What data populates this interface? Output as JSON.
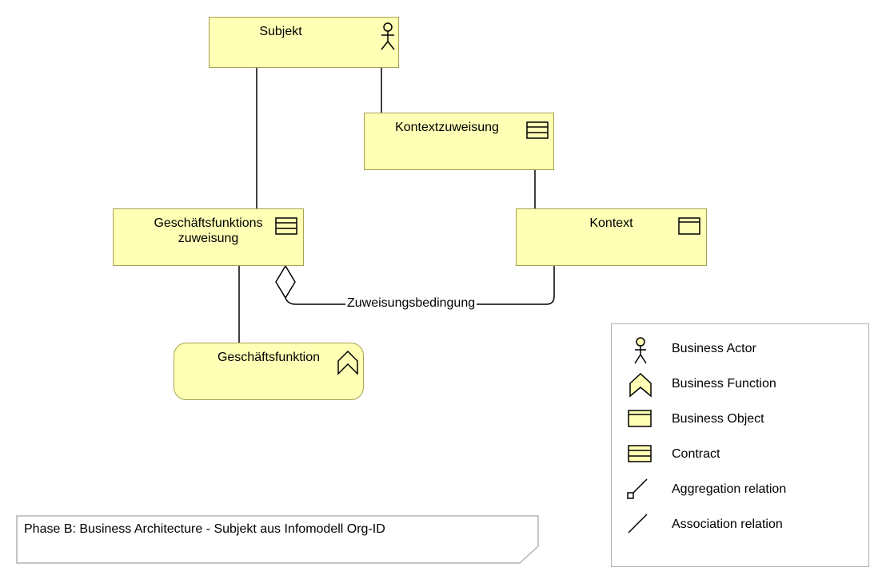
{
  "diagram": {
    "elements": {
      "subjekt": {
        "label": "Subjekt",
        "type": "Business Actor"
      },
      "kontextzuweisung": {
        "label": "Kontextzuweisung",
        "type": "Contract"
      },
      "geschaeftsfunktionszuweisung": {
        "label": "Geschäftsfunktions\nzuweisung",
        "type": "Contract"
      },
      "kontext": {
        "label": "Kontext",
        "type": "Business Object"
      },
      "geschaeftsfunktion": {
        "label": "Geschäftsfunktion",
        "type": "Business Function"
      }
    },
    "relations": [
      {
        "from": "subjekt",
        "to": "geschaeftsfunktionszuweisung",
        "type": "association"
      },
      {
        "from": "subjekt",
        "to": "kontextzuweisung",
        "type": "association"
      },
      {
        "from": "kontextzuweisung",
        "to": "kontext",
        "type": "association"
      },
      {
        "from": "geschaeftsfunktionszuweisung",
        "to": "geschaeftsfunktion",
        "type": "association"
      },
      {
        "from": "geschaeftsfunktionszuweisung",
        "to": "kontext",
        "type": "aggregation",
        "label": "Zuweisungsbedingung"
      }
    ],
    "connection_label": "Zuweisungsbedingung"
  },
  "legend": {
    "items": [
      {
        "label": "Business Actor",
        "icon": "business-actor-icon"
      },
      {
        "label": "Business Function",
        "icon": "business-function-icon"
      },
      {
        "label": "Business Object",
        "icon": "business-object-icon"
      },
      {
        "label": "Contract",
        "icon": "contract-icon"
      },
      {
        "label": "Aggregation relation",
        "icon": "aggregation-relation-icon"
      },
      {
        "label": "Association relation",
        "icon": "association-relation-icon"
      }
    ]
  },
  "note": {
    "text": "Phase B: Business Architecture - Subjekt aus Infomodell Org-ID"
  },
  "colors": {
    "element_fill": "#ffffb5",
    "element_border": "#a6a44e",
    "line": "#000000",
    "legend_border": "#b3b3b3"
  }
}
